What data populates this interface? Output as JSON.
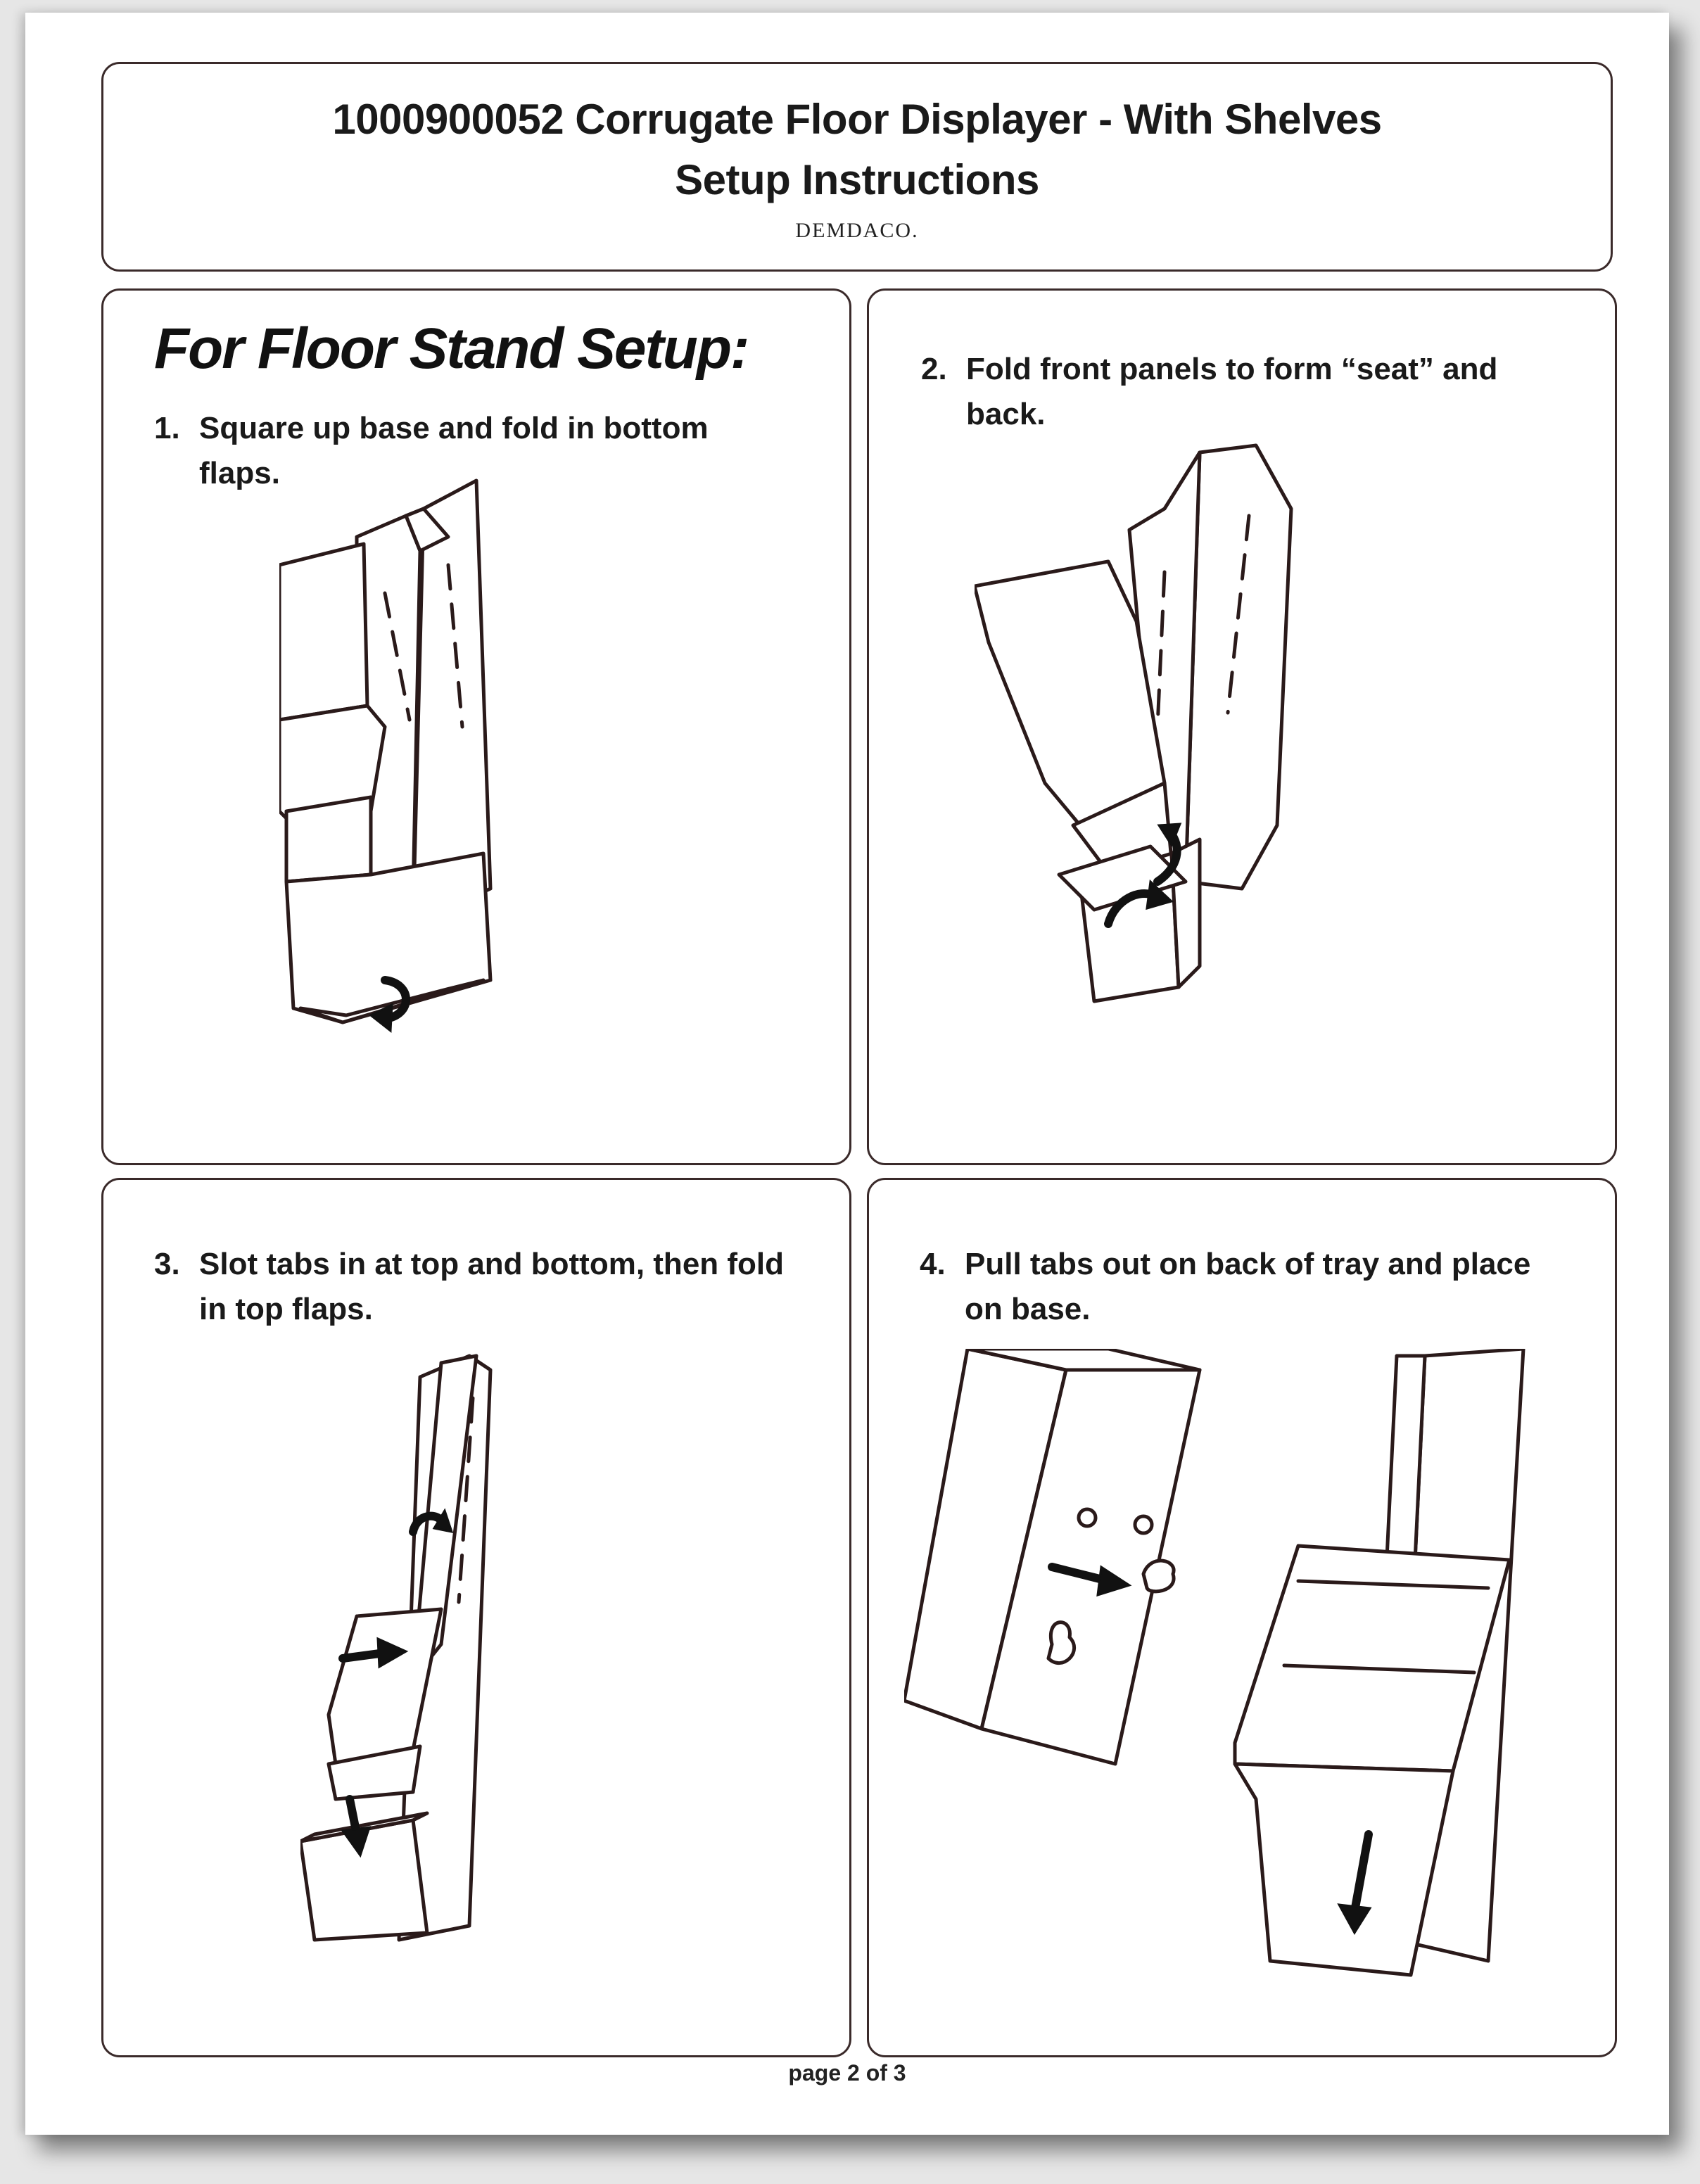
{
  "header": {
    "title_line1": "1000900052 Corrugate Floor Displayer - With Shelves",
    "title_line2": "Setup Instructions",
    "brand": "DEMDACO."
  },
  "section_heading": "For Floor Stand Setup:",
  "steps": [
    {
      "number": "1.",
      "text": "Square up base and fold in bottom flaps."
    },
    {
      "number": "2.",
      "text": "Fold front panels to form “seat” and back."
    },
    {
      "number": "3.",
      "text": "Slot tabs in at top and bottom, then fold in top flaps."
    },
    {
      "number": "4.",
      "text": "Pull tabs out on back of tray and place on base."
    }
  ],
  "footer": {
    "page_label": "page 2 of 3"
  }
}
